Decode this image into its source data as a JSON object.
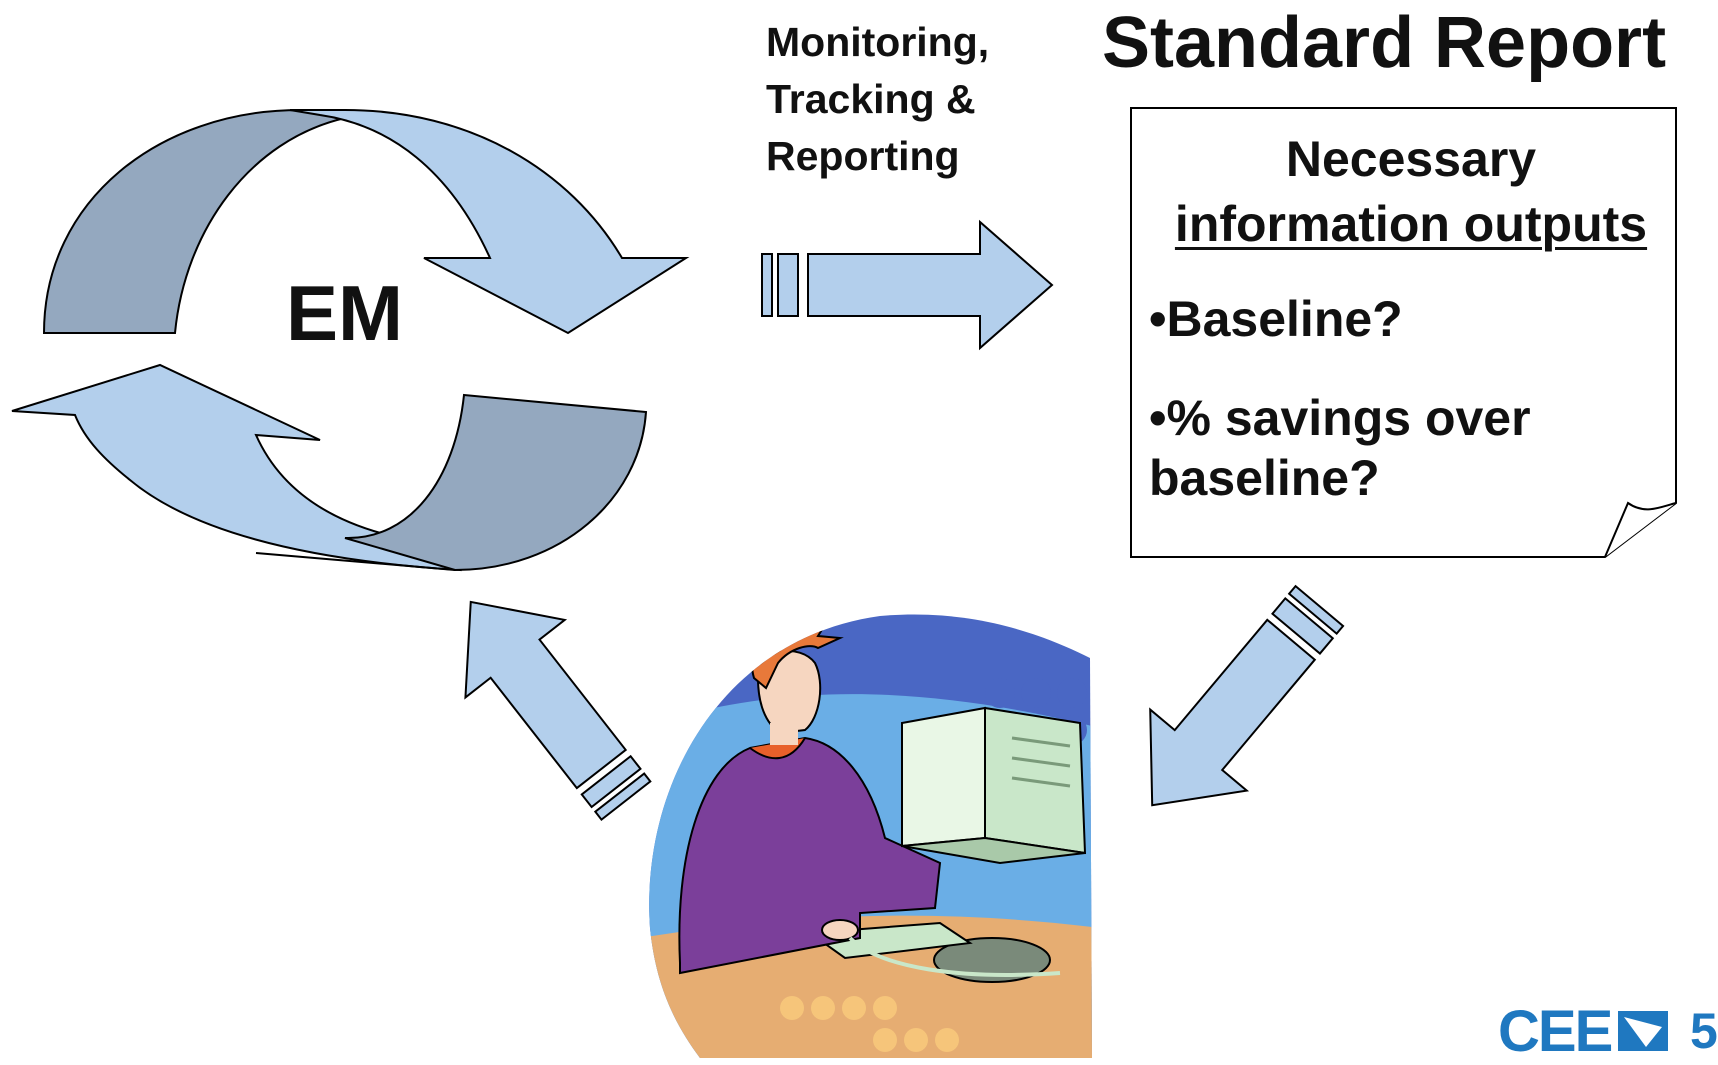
{
  "title": "Standard Report",
  "process_label": "Monitoring,\nTracking &\nReporting",
  "cycle_label": "EM",
  "report": {
    "heading_line1": "Necessary",
    "heading_line2": "information outputs",
    "bullet_1": "•Baseline?",
    "bullet_2": "•% savings over baseline?"
  },
  "logo_text": "CEE",
  "page_number": "5",
  "colors": {
    "arrow_fill": "#b3cfec",
    "arrow_shadow": "#94a8bf",
    "stroke": "#000000",
    "logo_blue": "#1f78c0"
  },
  "icons": [
    "cycle-arrows-icon",
    "right-arrow-icon",
    "down-left-arrow-icon",
    "up-left-arrow-icon",
    "person-at-computer-illustration",
    "document-icon"
  ]
}
